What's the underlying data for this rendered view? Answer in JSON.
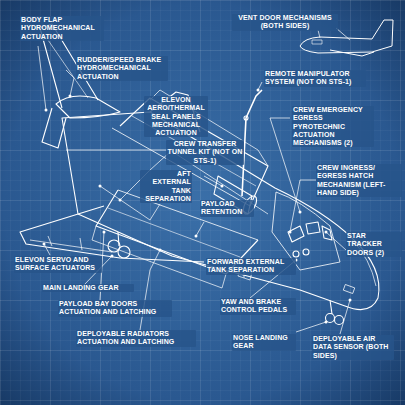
{
  "diagram": {
    "labels": [
      "BODY FLAP HYDROMECHANICAL ACTUATION",
      "RUDDER/SPEED BRAKE HYDROMECHANICAL ACTUATION",
      "ELEVON AERO/THERMAL SEAL PANELS MECHANICAL ACTUATION",
      "VENT DOOR MECHANISMS (BOTH SIDES)",
      "REMOTE MANIPULATOR SYSTEM (NOT ON STS-1)",
      "CREW EMERGENCY EGRESS PYROTECHNIC ACTUATION MECHANISMS (2)",
      "CREW TRANSFER TUNNEL KIT (NOT ON STS-1)",
      "AFT EXTERNAL TANK SEPARATION",
      "PAYLOAD RETENTION",
      "CREW INGRESS/ EGRESS HATCH MECHANISM (LEFT-HAND SIDE)",
      "STAR TRACKER DOORS (2)",
      "ELEVON SERVO AND SURFACE ACTUATORS",
      "MAIN LANDING GEAR",
      "PAYLOAD BAY DOORS ACTUATION AND LATCHING",
      "DEPLOYABLE RADIATORS ACTUATION AND LATCHING",
      "FORWARD EXTERNAL TANK SEPARATION",
      "YAW AND BRAKE CONTROL PEDALS",
      "NOSE LANDING GEAR",
      "DEPLOYABLE AIR DATA SENSOR (BOTH SIDES)"
    ]
  }
}
